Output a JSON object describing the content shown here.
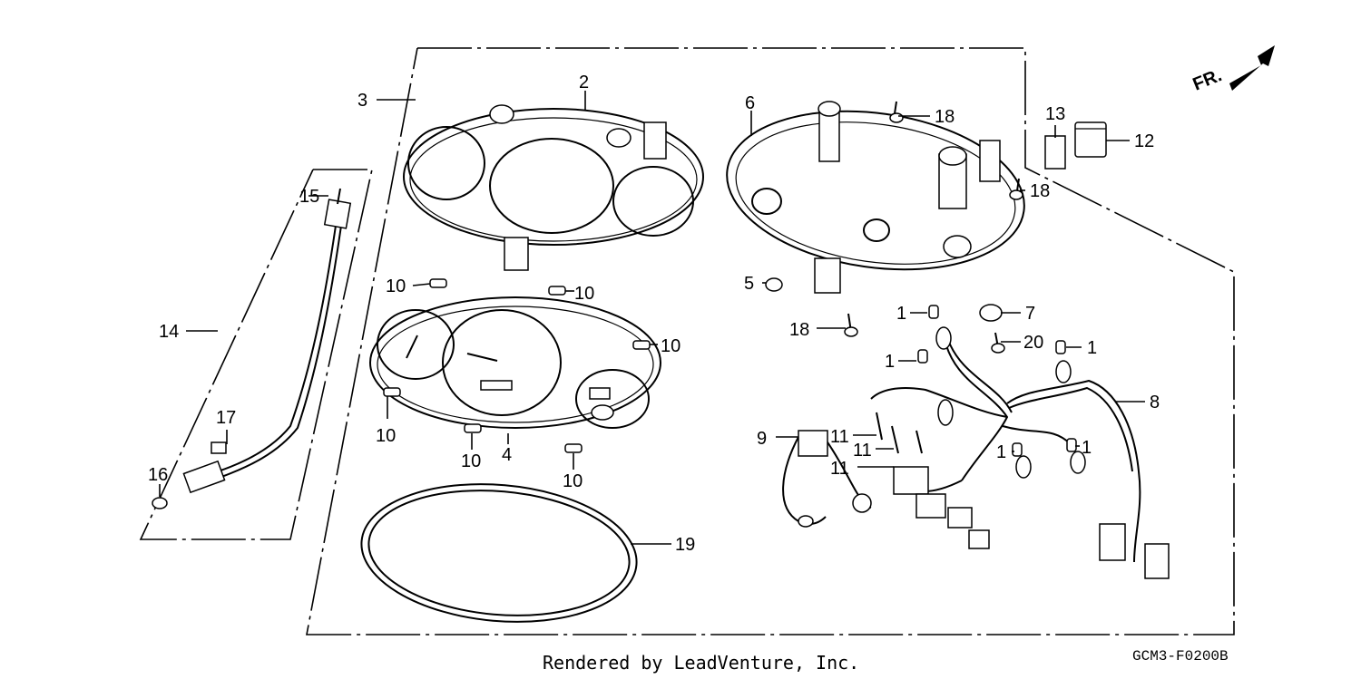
{
  "direction_label": "FR.",
  "footer": {
    "credit": "Rendered by LeadVenture, Inc.",
    "diagram_code": "GCM3-F0200B"
  },
  "callouts": [
    "1",
    "2",
    "3",
    "4",
    "5",
    "6",
    "7",
    "8",
    "9",
    "10",
    "11",
    "12",
    "13",
    "14",
    "15",
    "16",
    "17",
    "18",
    "19",
    "20"
  ]
}
